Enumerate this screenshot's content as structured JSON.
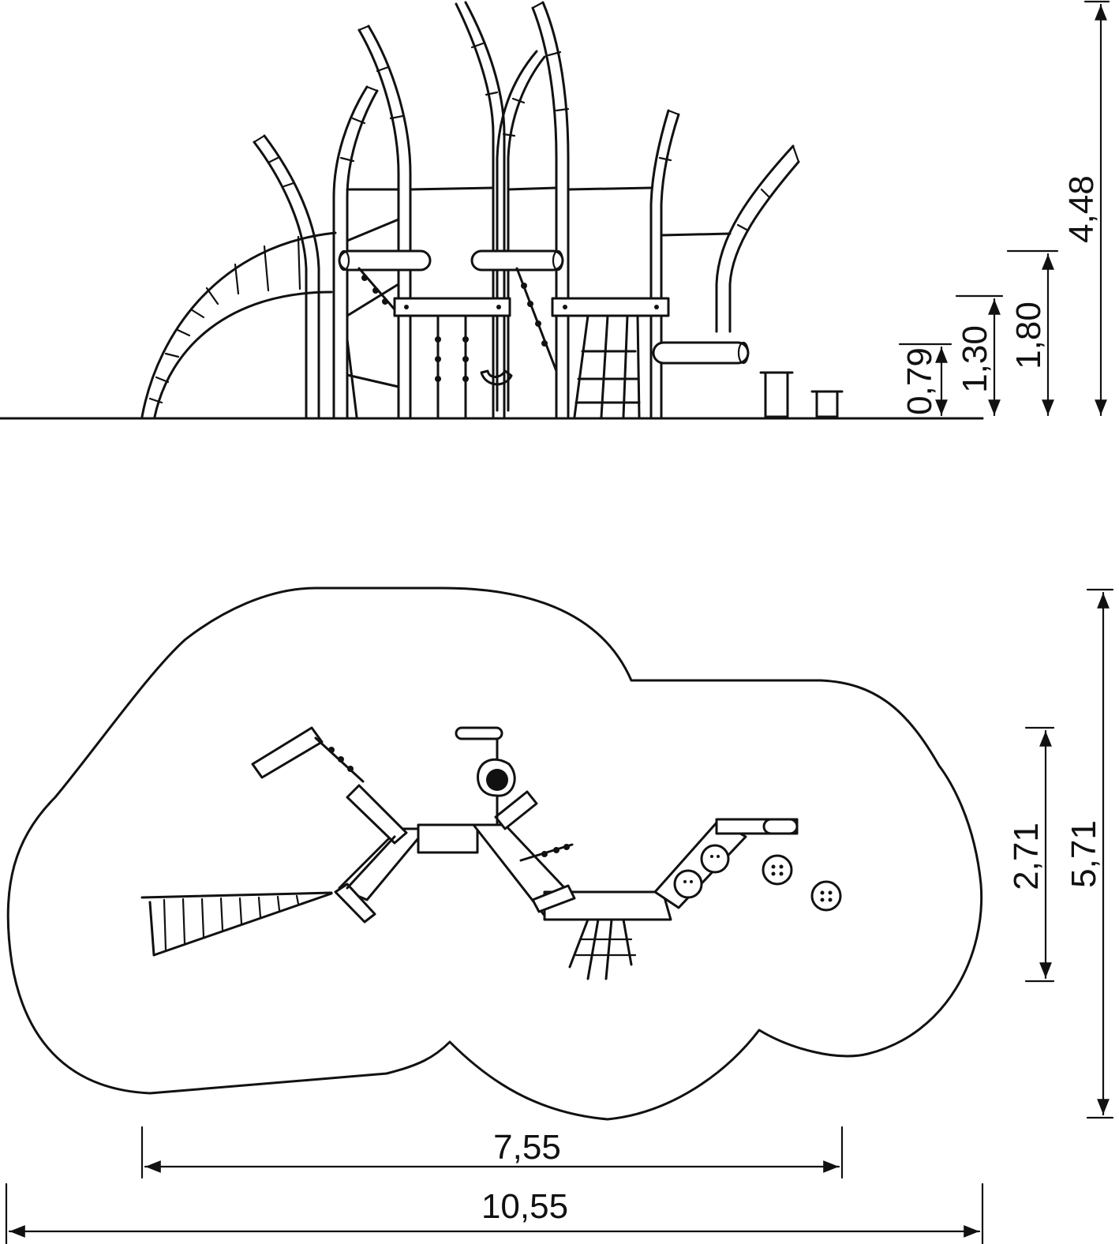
{
  "elevation": {
    "heights": {
      "total": "4,48",
      "level_high": "1,80",
      "level_mid": "1,30",
      "level_low": "0,79"
    }
  },
  "plan": {
    "dims": {
      "depth_total": "5,71",
      "depth_equipment": "2,71",
      "width_equipment": "7,55",
      "width_total": "10,55"
    }
  },
  "colors": {
    "line": "#111111",
    "background": "#ffffff"
  }
}
